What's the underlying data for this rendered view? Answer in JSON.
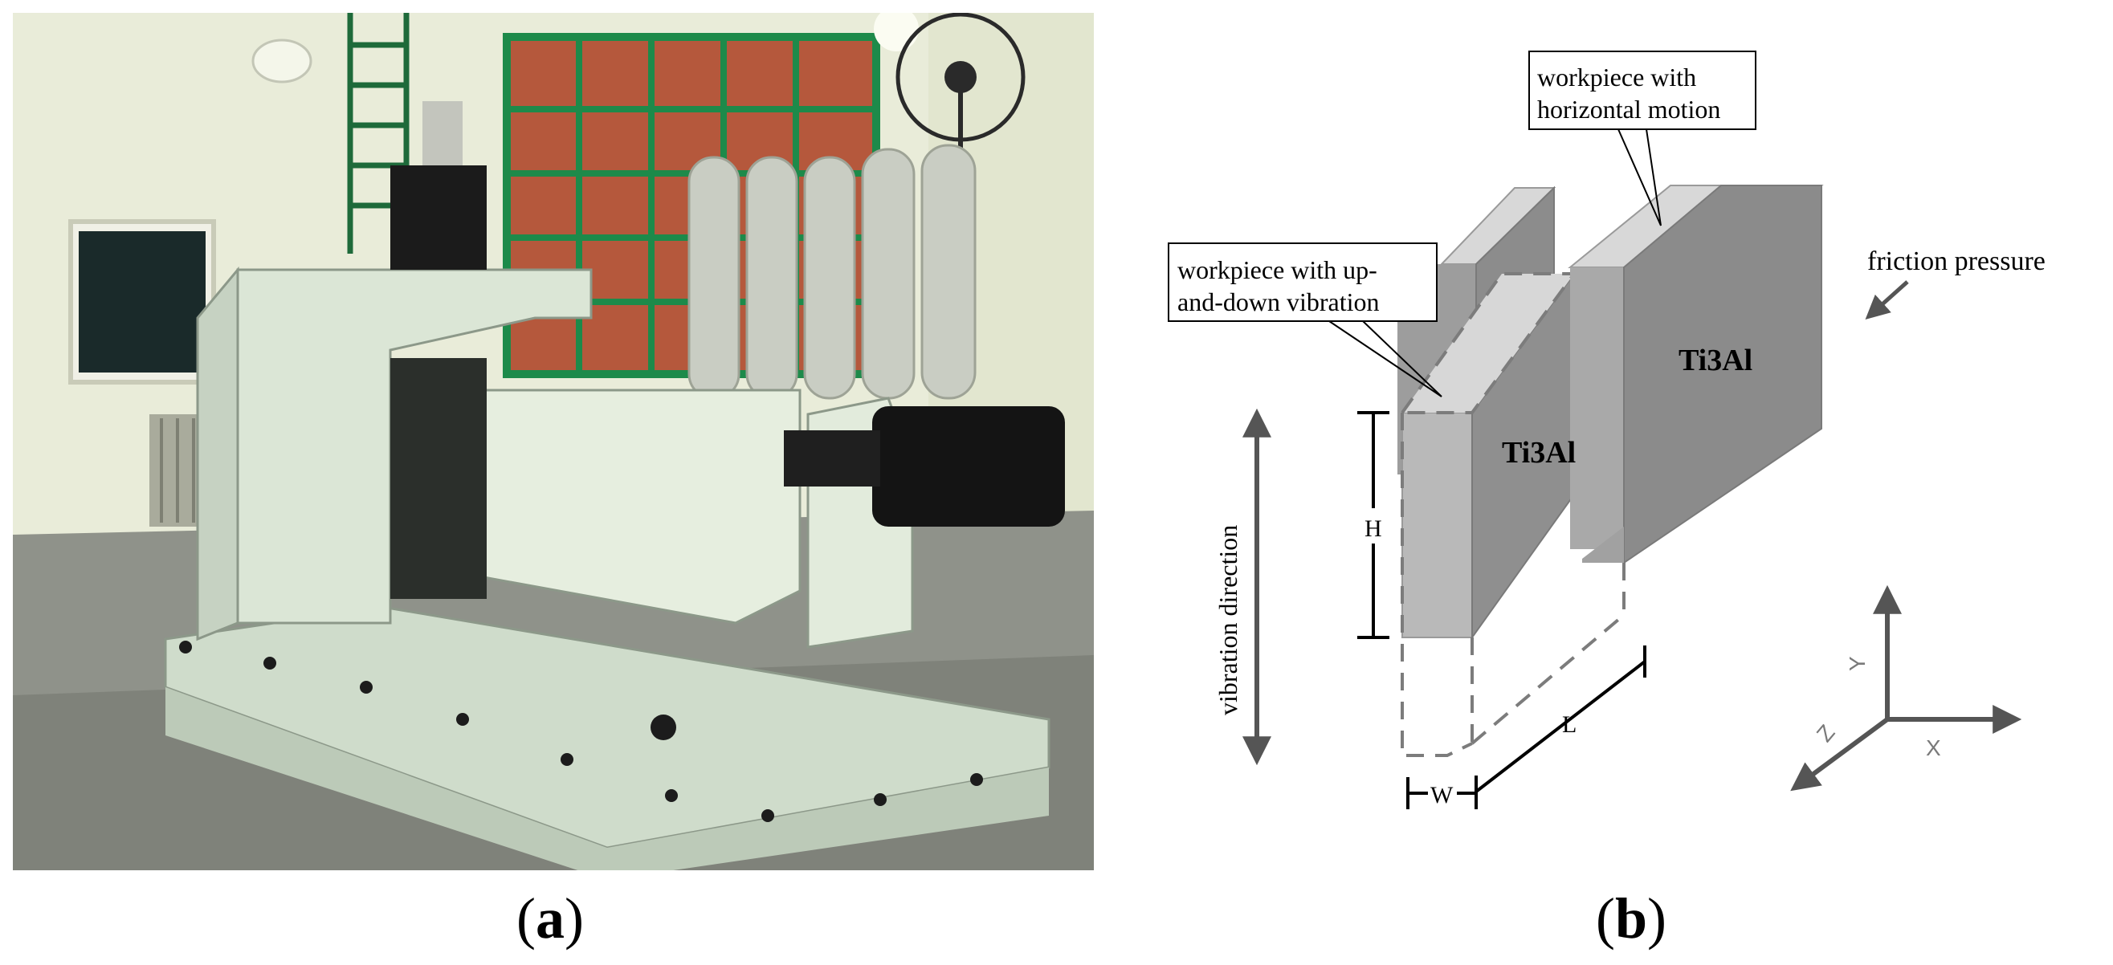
{
  "panel_a": {
    "caption": {
      "open": "(",
      "letter": "a",
      "close": ")"
    }
  },
  "panel_b": {
    "caption": {
      "open": "(",
      "letter": "b",
      "close": ")"
    },
    "callout_horizontal": [
      "workpiece with",
      "horizontal motion"
    ],
    "callout_vertical": [
      "workpiece with up-",
      "and-down vibration"
    ],
    "friction_label": "friction pressure",
    "material_back": "Ti3Al",
    "material_front": "Ti3Al",
    "vibration_label": "vibration direction",
    "dim_h": "H",
    "dim_l": "L",
    "dim_w": "W",
    "axis_x": "X",
    "axis_y": "Y",
    "axis_z": "Z"
  }
}
